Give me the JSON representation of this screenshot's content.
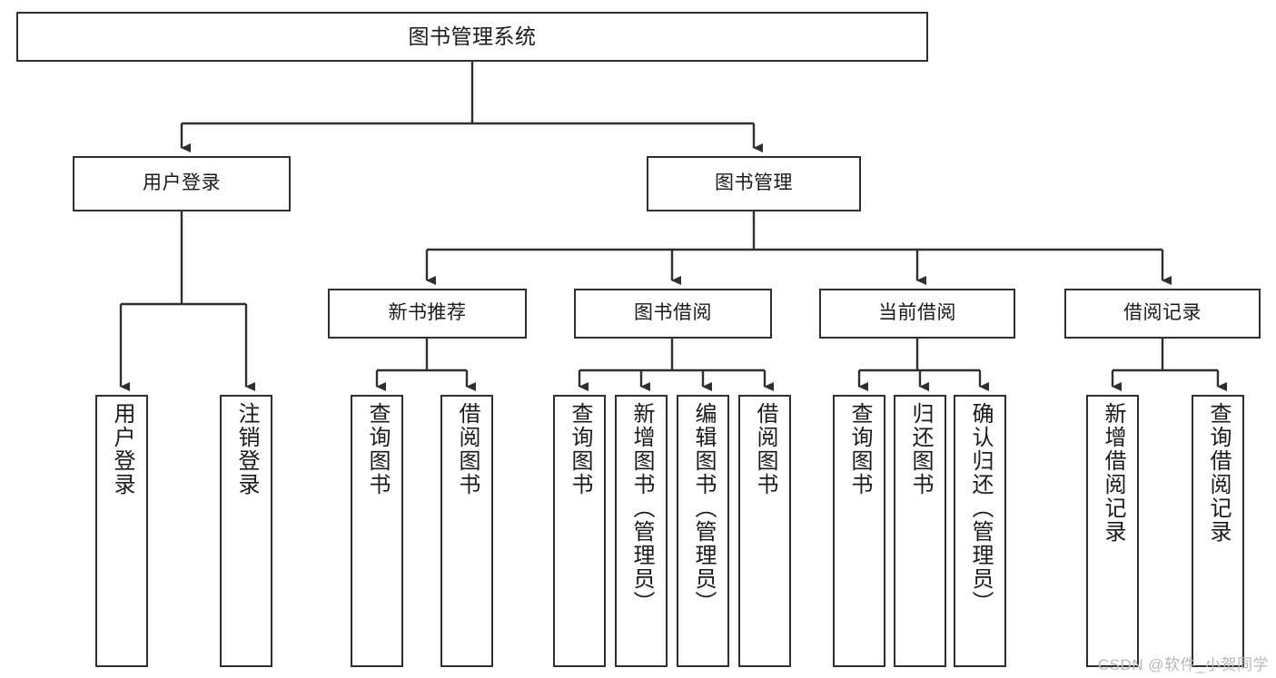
{
  "diagram": {
    "title": "图书管理系统",
    "type": "hierarchy-tree",
    "stroke_color": "#2f2f2f",
    "fill_color": "#ffffff",
    "text_color": "#1a1a1a"
  },
  "nodes": {
    "root": {
      "label": "图书管理系统"
    },
    "level1": [
      {
        "label": "用户登录"
      },
      {
        "label": "图书管理"
      }
    ],
    "level2": [
      {
        "label": "新书推荐"
      },
      {
        "label": "图书借阅"
      },
      {
        "label": "当前借阅"
      },
      {
        "label": "借阅记录"
      }
    ],
    "leaves": [
      {
        "label": "用户登录"
      },
      {
        "label": "注销登录"
      },
      {
        "label": "查询图书"
      },
      {
        "label": "借阅图书"
      },
      {
        "label": "查询图书"
      },
      {
        "label": "新增图书（管理员）"
      },
      {
        "label": "编辑图书（管理员）"
      },
      {
        "label": "借阅图书"
      },
      {
        "label": "查询图书"
      },
      {
        "label": "归还图书"
      },
      {
        "label": "确认归还（管理员）"
      },
      {
        "label": "新增借阅记录"
      },
      {
        "label": "查询借阅记录"
      }
    ]
  },
  "watermark": {
    "text": "CSDN @软件_小贺同学"
  }
}
